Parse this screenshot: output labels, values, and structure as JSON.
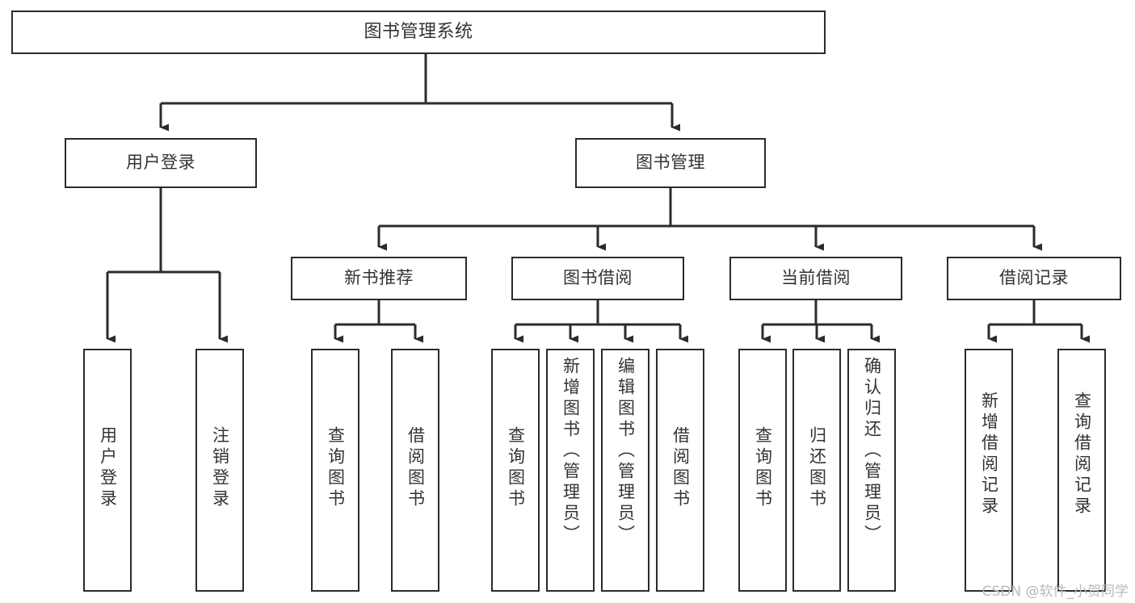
{
  "diagram": {
    "type": "tree-hierarchy-chart",
    "title": "图书管理系统",
    "watermark": "CSDN @软件_小贺同学",
    "colors": {
      "box_border": "#2b2b2b",
      "box_fill": "#ffffff",
      "text": "#333333",
      "connector": "#2b2b2b",
      "watermark": "#b9b9b9",
      "background": "#ffffff"
    },
    "root": {
      "label": "图书管理系统"
    },
    "level1": [
      {
        "label": "用户登录"
      },
      {
        "label": "图书管理"
      }
    ],
    "level2": [
      {
        "label": "新书推荐"
      },
      {
        "label": "图书借阅"
      },
      {
        "label": "当前借阅"
      },
      {
        "label": "借阅记录"
      }
    ],
    "leaves": {
      "user_login": [
        {
          "label": "用户登录"
        },
        {
          "label": "注销登录"
        }
      ],
      "new_book_recommend": [
        {
          "label": "查询图书"
        },
        {
          "label": "借阅图书"
        }
      ],
      "book_borrow": [
        {
          "label": "查询图书"
        },
        {
          "label": "新增图书（管理员）"
        },
        {
          "label": "编辑图书（管理员）"
        },
        {
          "label": "借阅图书"
        }
      ],
      "current_borrow": [
        {
          "label": "查询图书"
        },
        {
          "label": "归还图书"
        },
        {
          "label": "确认归还（管理员）"
        }
      ],
      "borrow_record": [
        {
          "label": "新增借阅记录"
        },
        {
          "label": "查询借阅记录"
        }
      ]
    }
  }
}
